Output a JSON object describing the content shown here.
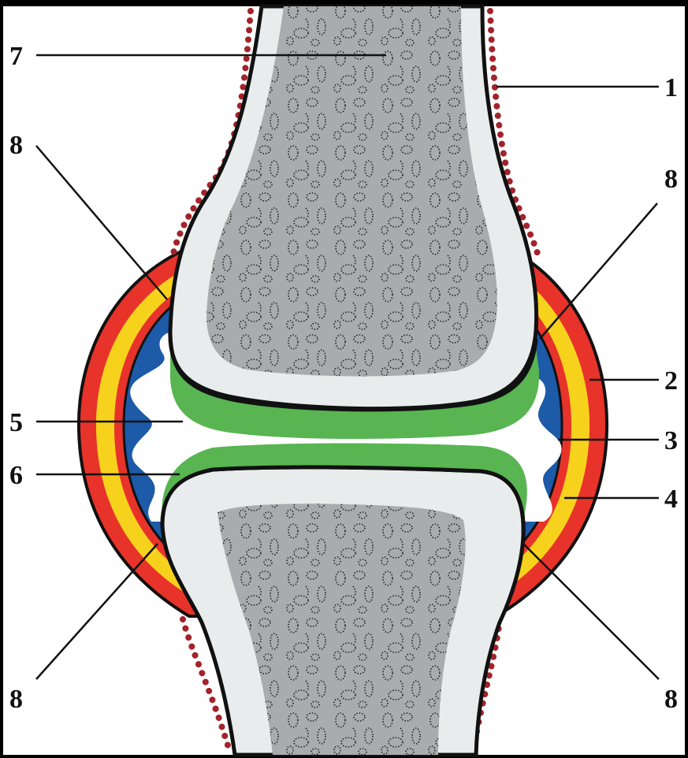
{
  "labels": {
    "n1": "1",
    "n2": "2",
    "n3": "3",
    "n4": "4",
    "n5": "5",
    "n6": "6",
    "n7": "7",
    "n8_upper_left": "8",
    "n8_upper_right": "8",
    "n8_lower_left": "8",
    "n8_lower_right": "8"
  },
  "colors": {
    "background_frame": "#000000",
    "canvas": "#ffffff",
    "outline": "#111111",
    "fibrous_capsule_outer": "#e8332a",
    "capsule_middle_layer": "#f7d21d",
    "synovial_fluid": "#1d5aa8",
    "synovial_membrane_folds": "#ffffff",
    "articular_cartilage": "#58b552",
    "cortical_bone": "#e9ecec",
    "spongy_bone": "#a9acae",
    "periosteum_dots": "#a3232a"
  }
}
